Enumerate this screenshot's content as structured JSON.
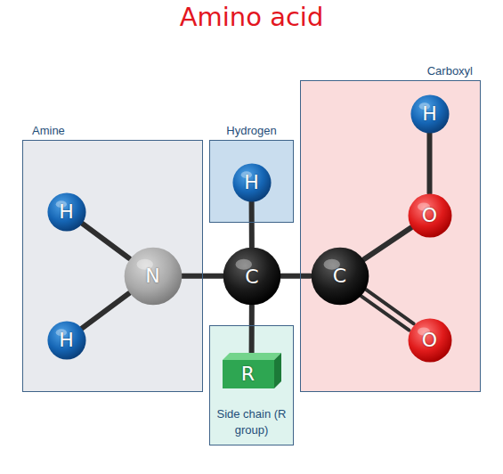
{
  "diagram": {
    "title": "Amino acid",
    "nodes": [
      {
        "text": [
          "Amine"
        ]
      },
      {
        "text": [
          "H"
        ],
        "in": 0
      },
      {
        "text": [
          "H"
        ],
        "in": 0
      },
      {
        "text": [
          "N"
        ],
        "in": 0
      },
      {
        "text": [
          "Hydrogen"
        ]
      },
      {
        "text": [
          "H"
        ],
        "in": 4
      },
      {
        "text": [
          "C"
        ]
      },
      {
        "text": [
          "Carboxyl"
        ]
      },
      {
        "text": [
          "H"
        ],
        "in": 7
      },
      {
        "text": [
          "O"
        ],
        "in": 7
      },
      {
        "text": [
          "C"
        ],
        "in": 7
      },
      {
        "text": [
          "O"
        ],
        "in": 7
      },
      {
        "text": [
          "Side chain (R group)"
        ]
      },
      {
        "text": [
          "R"
        ],
        "in": 12
      }
    ],
    "edges": [
      {
        "from": 1,
        "to": 3,
        "arrow": "none"
      },
      {
        "from": 2,
        "to": 3,
        "arrow": "none"
      },
      {
        "from": 3,
        "to": 6,
        "arrow": "none"
      },
      {
        "from": 6,
        "to": 5,
        "arrow": "none"
      },
      {
        "from": 6,
        "to": 13,
        "arrow": "none"
      },
      {
        "from": 6,
        "to": 10,
        "arrow": "none"
      },
      {
        "from": 10,
        "to": 9,
        "arrow": "none"
      },
      {
        "from": 9,
        "to": 8,
        "arrow": "none"
      },
      {
        "from": 10,
        "to": 11,
        "arrow": "none"
      }
    ]
  }
}
